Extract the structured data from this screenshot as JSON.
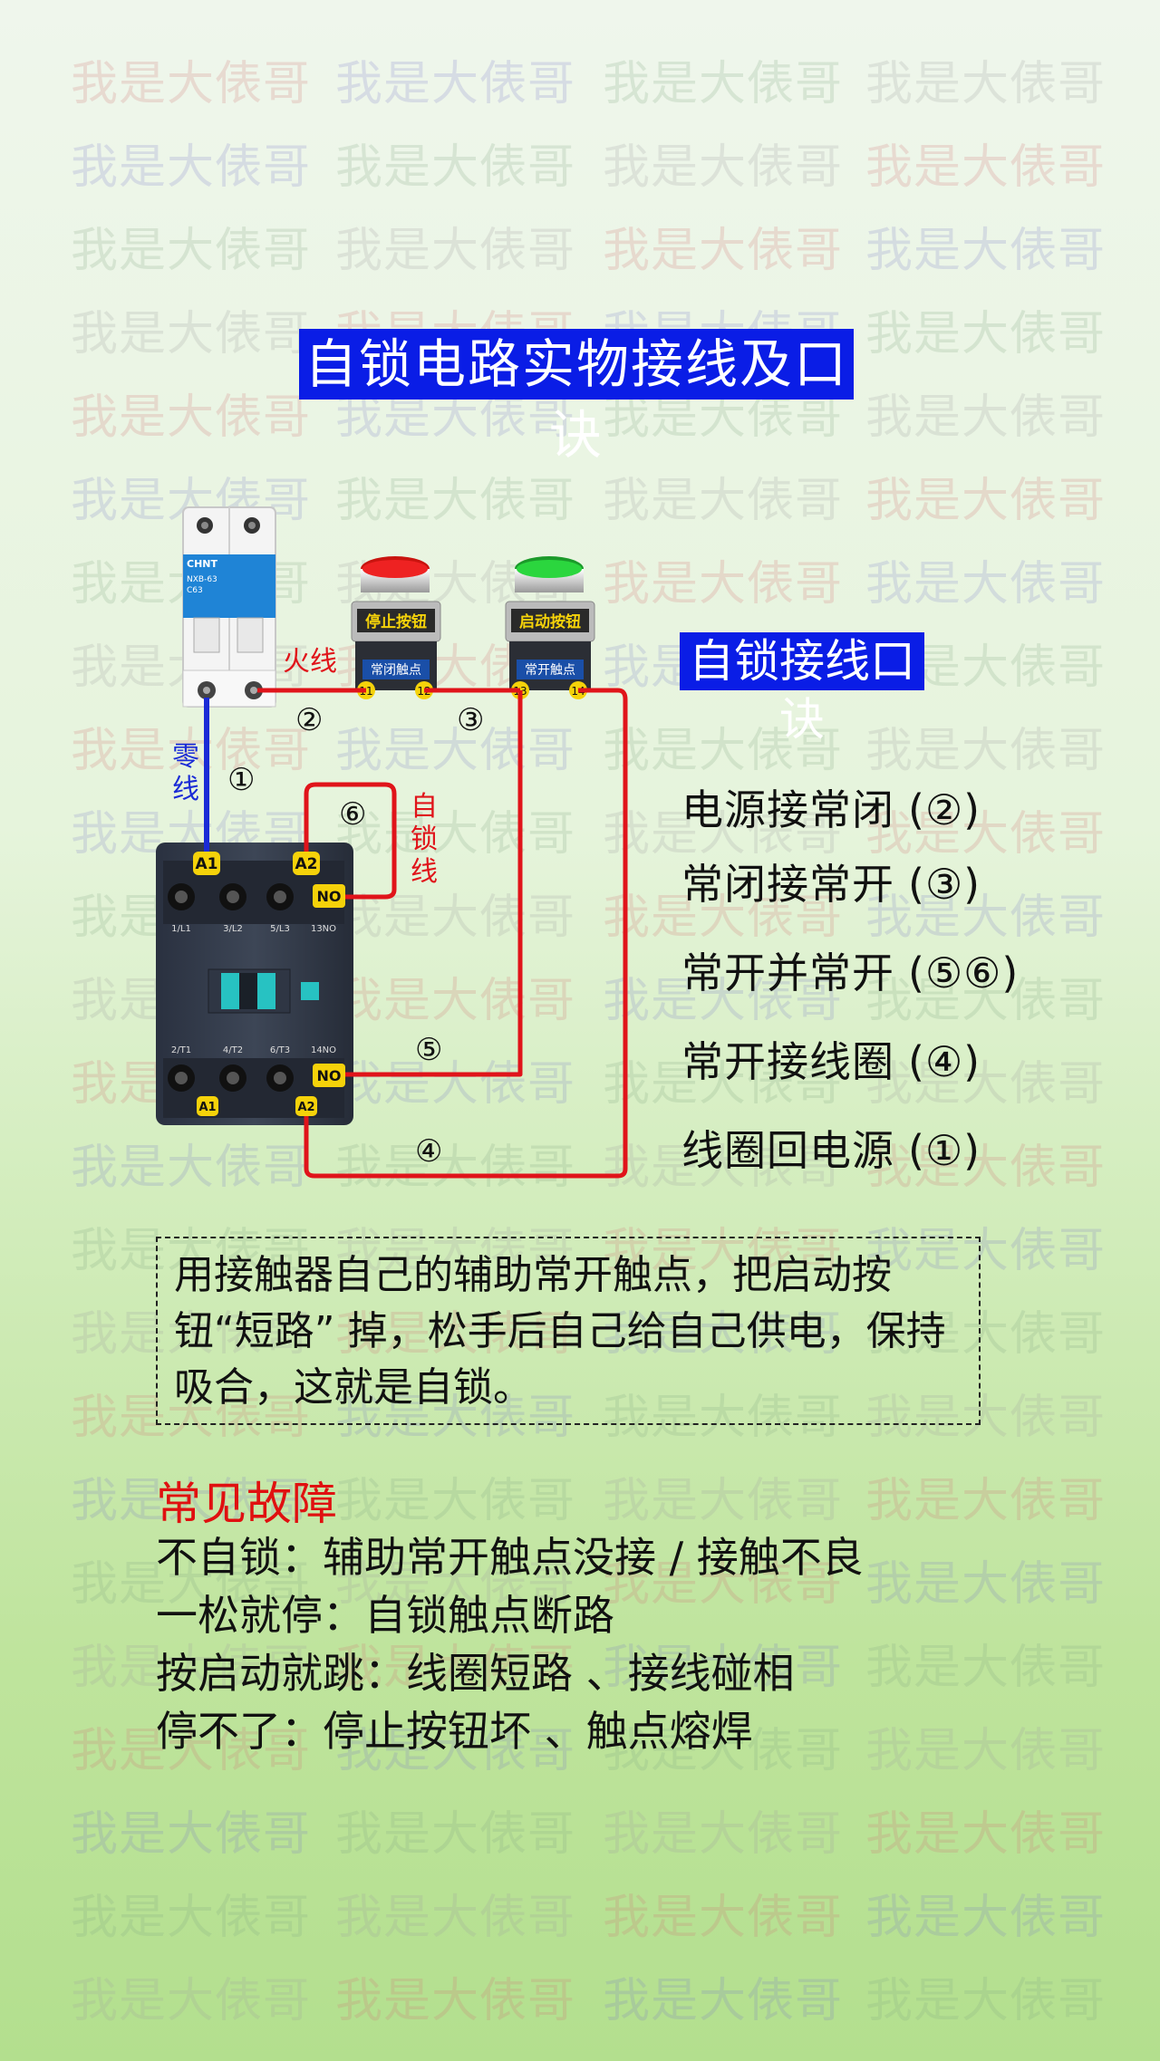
{
  "watermark": "我是大俵哥",
  "title": "自锁电路实物接线及口诀",
  "diagram": {
    "breaker": {
      "brand": "CHNT",
      "model": "NXB-63",
      "rating": "C63"
    },
    "stop_button": {
      "label": "停止按钮",
      "contact": "常闭触点",
      "terminals": [
        "11",
        "12"
      ]
    },
    "start_button": {
      "label": "启动按钮",
      "contact": "常开触点",
      "terminals": [
        "13",
        "14"
      ]
    },
    "wire_live": "火线",
    "wire_neutral": "零线",
    "wire_selflock": "自锁线",
    "contactor": {
      "top_terminals": [
        "1/L1",
        "3/L2",
        "5/L3",
        "13NO"
      ],
      "bottom_terminals": [
        "2/T1",
        "4/T2",
        "6/T3",
        "14NO"
      ],
      "tag_a1": "A1",
      "tag_a2": "A2",
      "tag_no": "NO"
    },
    "numbers": {
      "n1": "①",
      "n2": "②",
      "n3": "③",
      "n4": "④",
      "n5": "⑤",
      "n6": "⑥"
    },
    "colors": {
      "red": "#e0141a",
      "blue": "#1a2bd6",
      "accent": "#0a1de6",
      "yellow": "#f5d20a"
    }
  },
  "rules": {
    "heading": "自锁接线口诀",
    "items": [
      {
        "text": "电源接常闭",
        "num": "(②)"
      },
      {
        "text": "常闭接常开",
        "num": "(③)"
      },
      {
        "text": "常开并常开",
        "num": "(⑤⑥)"
      },
      {
        "text": "常开接线圈",
        "num": "(④)"
      },
      {
        "text": "线圈回电源",
        "num": "(①)"
      }
    ]
  },
  "explanation": "用接触器自己的辅助常开触点，把启动按钮“短路” 掉，松手后自己给自己供电，保持吸合，这就是自锁。",
  "faults": {
    "heading": "常见故障",
    "items": [
      "不自锁：辅助常开触点没接 / 接触不良",
      "一松就停：自锁触点断路",
      "按启动就跳：线圈短路 、接线碰相",
      "停不了：停止按钮坏 、触点熔焊"
    ]
  }
}
